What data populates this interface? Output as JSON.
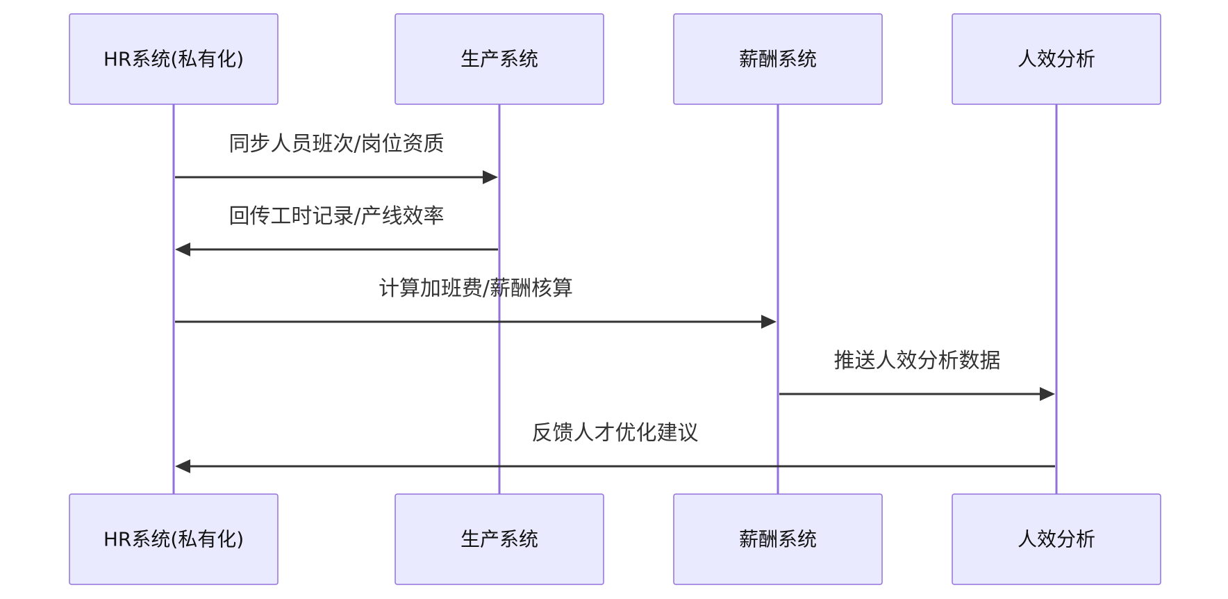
{
  "participants": [
    {
      "id": "hr",
      "label": "HR系统(私有化)"
    },
    {
      "id": "prod",
      "label": "生产系统"
    },
    {
      "id": "pay",
      "label": "薪酬系统"
    },
    {
      "id": "eff",
      "label": "人效分析"
    }
  ],
  "messages": [
    {
      "from": "hr",
      "to": "prod",
      "label": "同步人员班次/岗位资质"
    },
    {
      "from": "prod",
      "to": "hr",
      "label": "回传工时记录/产线效率"
    },
    {
      "from": "hr",
      "to": "pay",
      "label": "计算加班费/薪酬核算"
    },
    {
      "from": "pay",
      "to": "eff",
      "label": "推送人效分析数据"
    },
    {
      "from": "eff",
      "to": "hr",
      "label": "反馈人才优化建议"
    }
  ],
  "colors": {
    "actor_fill": "#eaeaff",
    "actor_border": "#9370db",
    "lifeline": "#9370db",
    "message": "#333333"
  }
}
